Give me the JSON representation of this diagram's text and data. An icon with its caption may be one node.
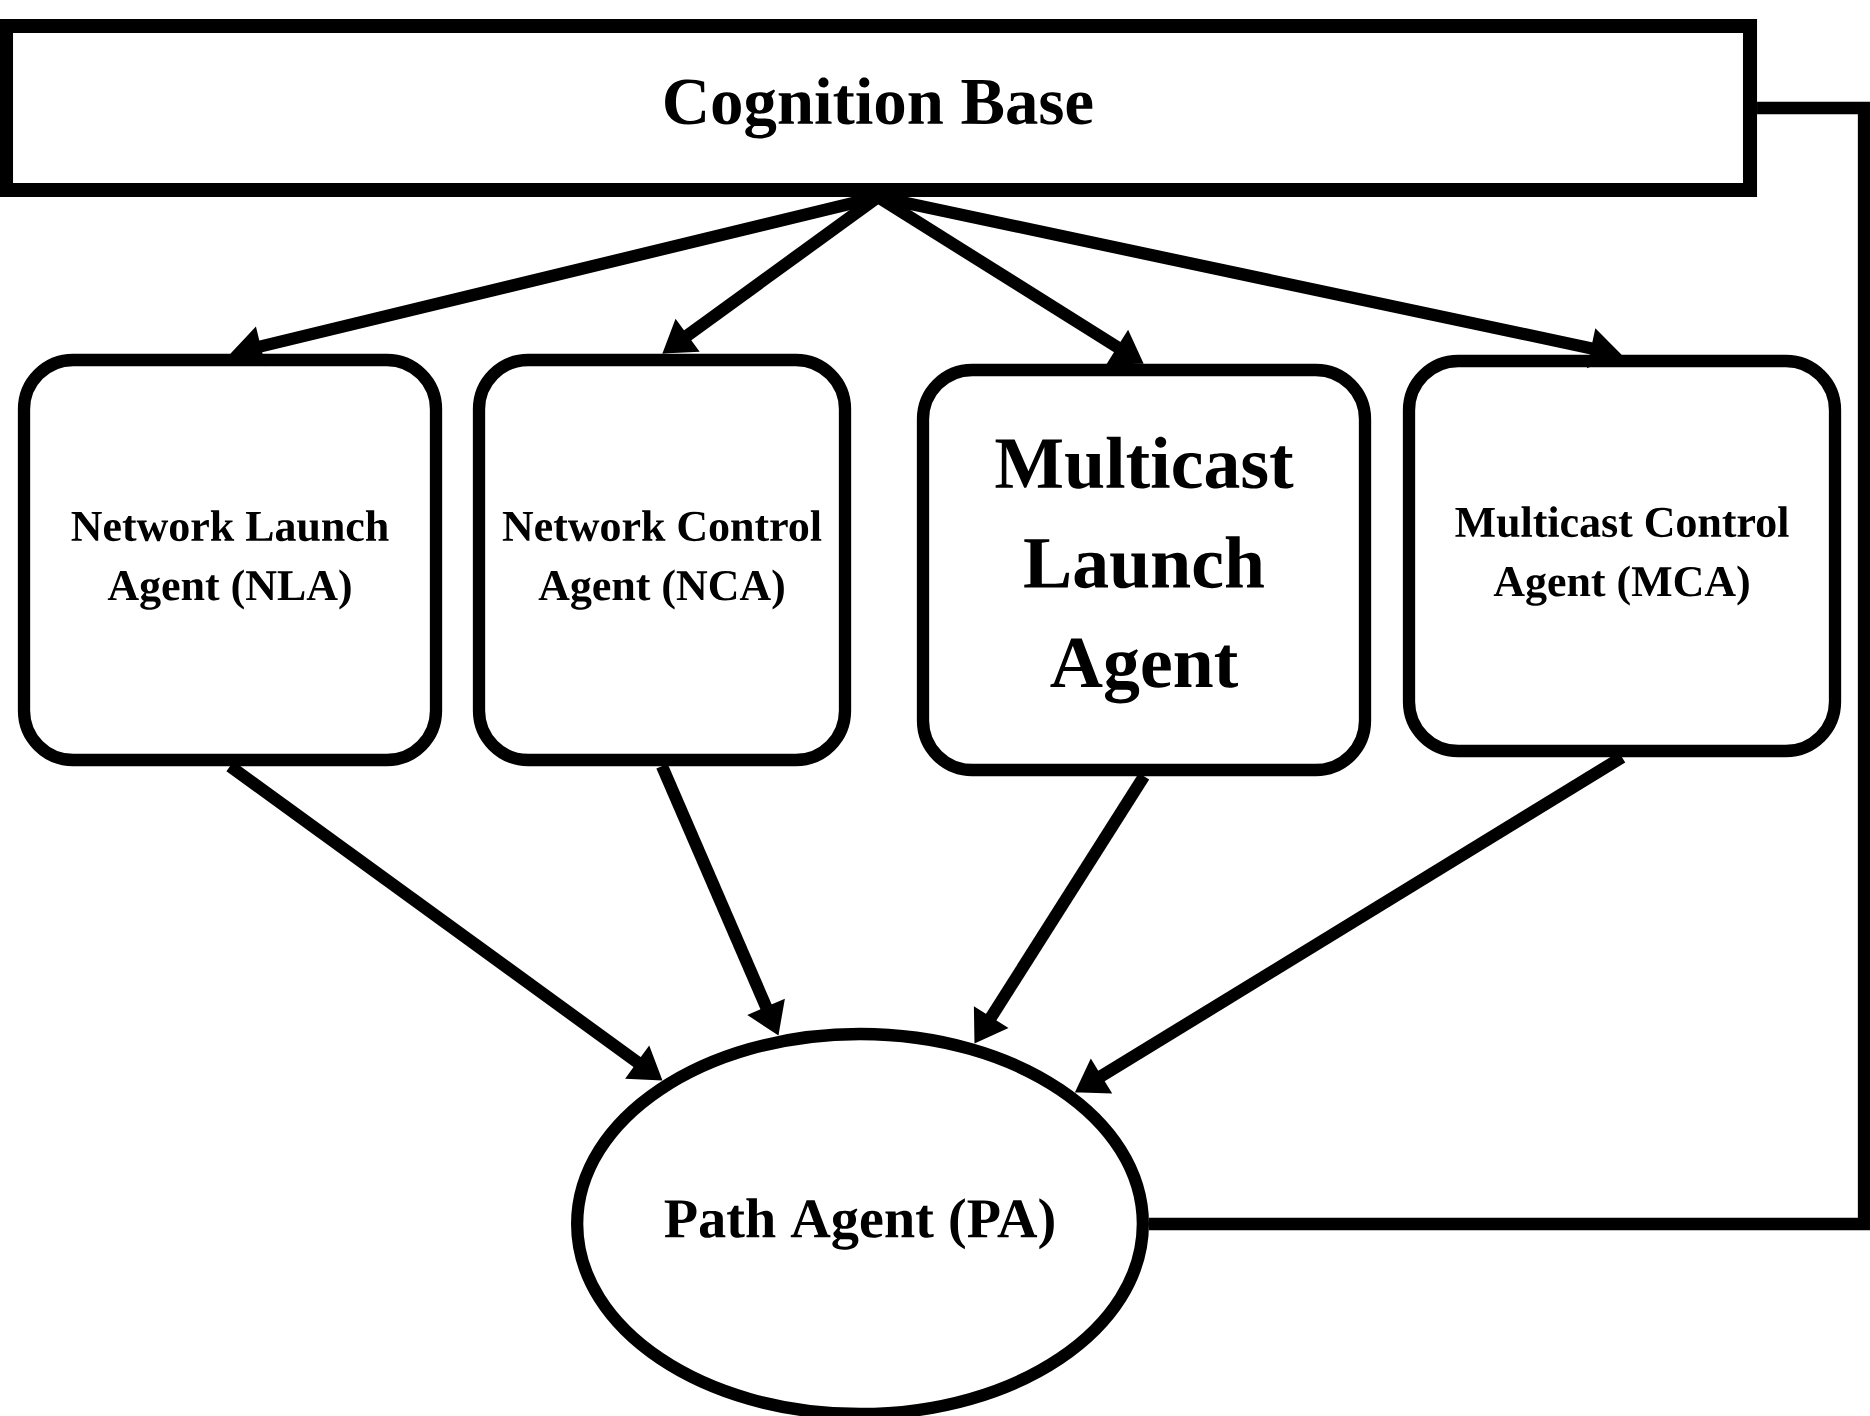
{
  "diagram": {
    "nodes": [
      {
        "text": [
          "Cognition Base"
        ]
      },
      {
        "text": [
          "Network Launch Agent (NLA)"
        ]
      },
      {
        "text": [
          "Network Control Agent (NCA)"
        ]
      },
      {
        "text": [
          "Multicast Launch Agent"
        ]
      },
      {
        "text": [
          "Multicast Control Agent (MCA)"
        ]
      },
      {
        "text": [
          "Path Agent (PA)"
        ]
      }
    ],
    "edges": [
      {
        "from": 0,
        "to": 1,
        "arrow": "to"
      },
      {
        "from": 0,
        "to": 2,
        "arrow": "to"
      },
      {
        "from": 0,
        "to": 3,
        "arrow": "to"
      },
      {
        "from": 0,
        "to": 4,
        "arrow": "to"
      },
      {
        "from": 1,
        "to": 5,
        "arrow": "to"
      },
      {
        "from": 2,
        "to": 5,
        "arrow": "to"
      },
      {
        "from": 3,
        "to": 5,
        "arrow": "to"
      },
      {
        "from": 4,
        "to": 5,
        "arrow": "to"
      },
      {
        "from": 5,
        "to": 0,
        "arrow": "none"
      }
    ]
  }
}
